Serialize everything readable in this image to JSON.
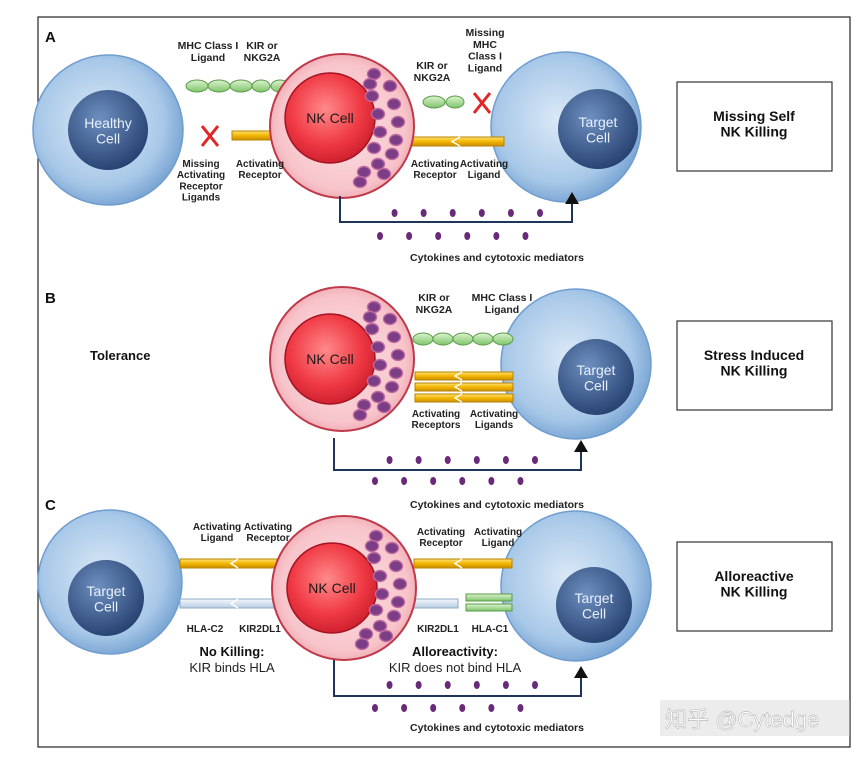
{
  "panels": {
    "A": {
      "letter": "A",
      "left_cell": "Healthy\nCell",
      "nk": "NK Cell",
      "right_cell": "Target\nCell",
      "mhc": "MHC Class I\nLigand",
      "kir_left": "KIR or\nNKG2A",
      "kir_right": "KIR or\nNKG2A",
      "missing_mhc": "Missing\nMHC\nClass I\nLigand",
      "missing_act": "Missing\nActivating\nReceptor\nLigands",
      "act_rec_left": "Activating\nReceptor",
      "act_rec_right": "Activating\nReceptor",
      "act_lig_right": "Activating\nLigand",
      "cytokines": "Cytokines and cytotoxic mediators",
      "box": "Missing Self\nNK Killing"
    },
    "B": {
      "letter": "B",
      "tolerance": "Tolerance",
      "nk": "NK Cell",
      "right_cell": "Target\nCell",
      "kir": "KIR or\nNKG2A",
      "mhc": "MHC Class I\nLigand",
      "act_rec": "Activating\nReceptors",
      "act_lig": "Activating\nLigands",
      "cytokines": "Cytokines and cytotoxic mediators",
      "box": "Stress Induced\nNK Killing"
    },
    "C": {
      "letter": "C",
      "left_cell": "Target\nCell",
      "nk": "NK Cell",
      "right_cell": "Target\nCell",
      "act_lig_left": "Activating\nLigand",
      "act_rec_left": "Activating\nReceptor",
      "act_rec_right": "Activating\nReceptor",
      "act_lig_right": "Activating\nLigand",
      "hla_c2": "HLA-C2",
      "kir2dl1_left": "KIR2DL1",
      "kir2dl1_right": "KIR2DL1",
      "hla_c1": "HLA-C1",
      "no_killing_title": "No Killing:",
      "no_killing_sub": "KIR binds HLA",
      "allo_title": "Alloreactivity:",
      "allo_sub": "KIR does not bind HLA",
      "cytokines": "Cytokines and cytotoxic mediators",
      "box": "Alloreactive\nNK Killing"
    }
  },
  "watermark": "知乎 @Cytedge",
  "colors": {
    "target_outer": "#8fb7df",
    "target_nucleus": "#3e5f93",
    "nk_outer": "#f5b9c1",
    "nk_nucleus": "#e8303f",
    "granule": "#7a3d86",
    "activating": "#f0b400",
    "inhibitory_green": "#8fcf7a",
    "cross": "#e02626"
  }
}
